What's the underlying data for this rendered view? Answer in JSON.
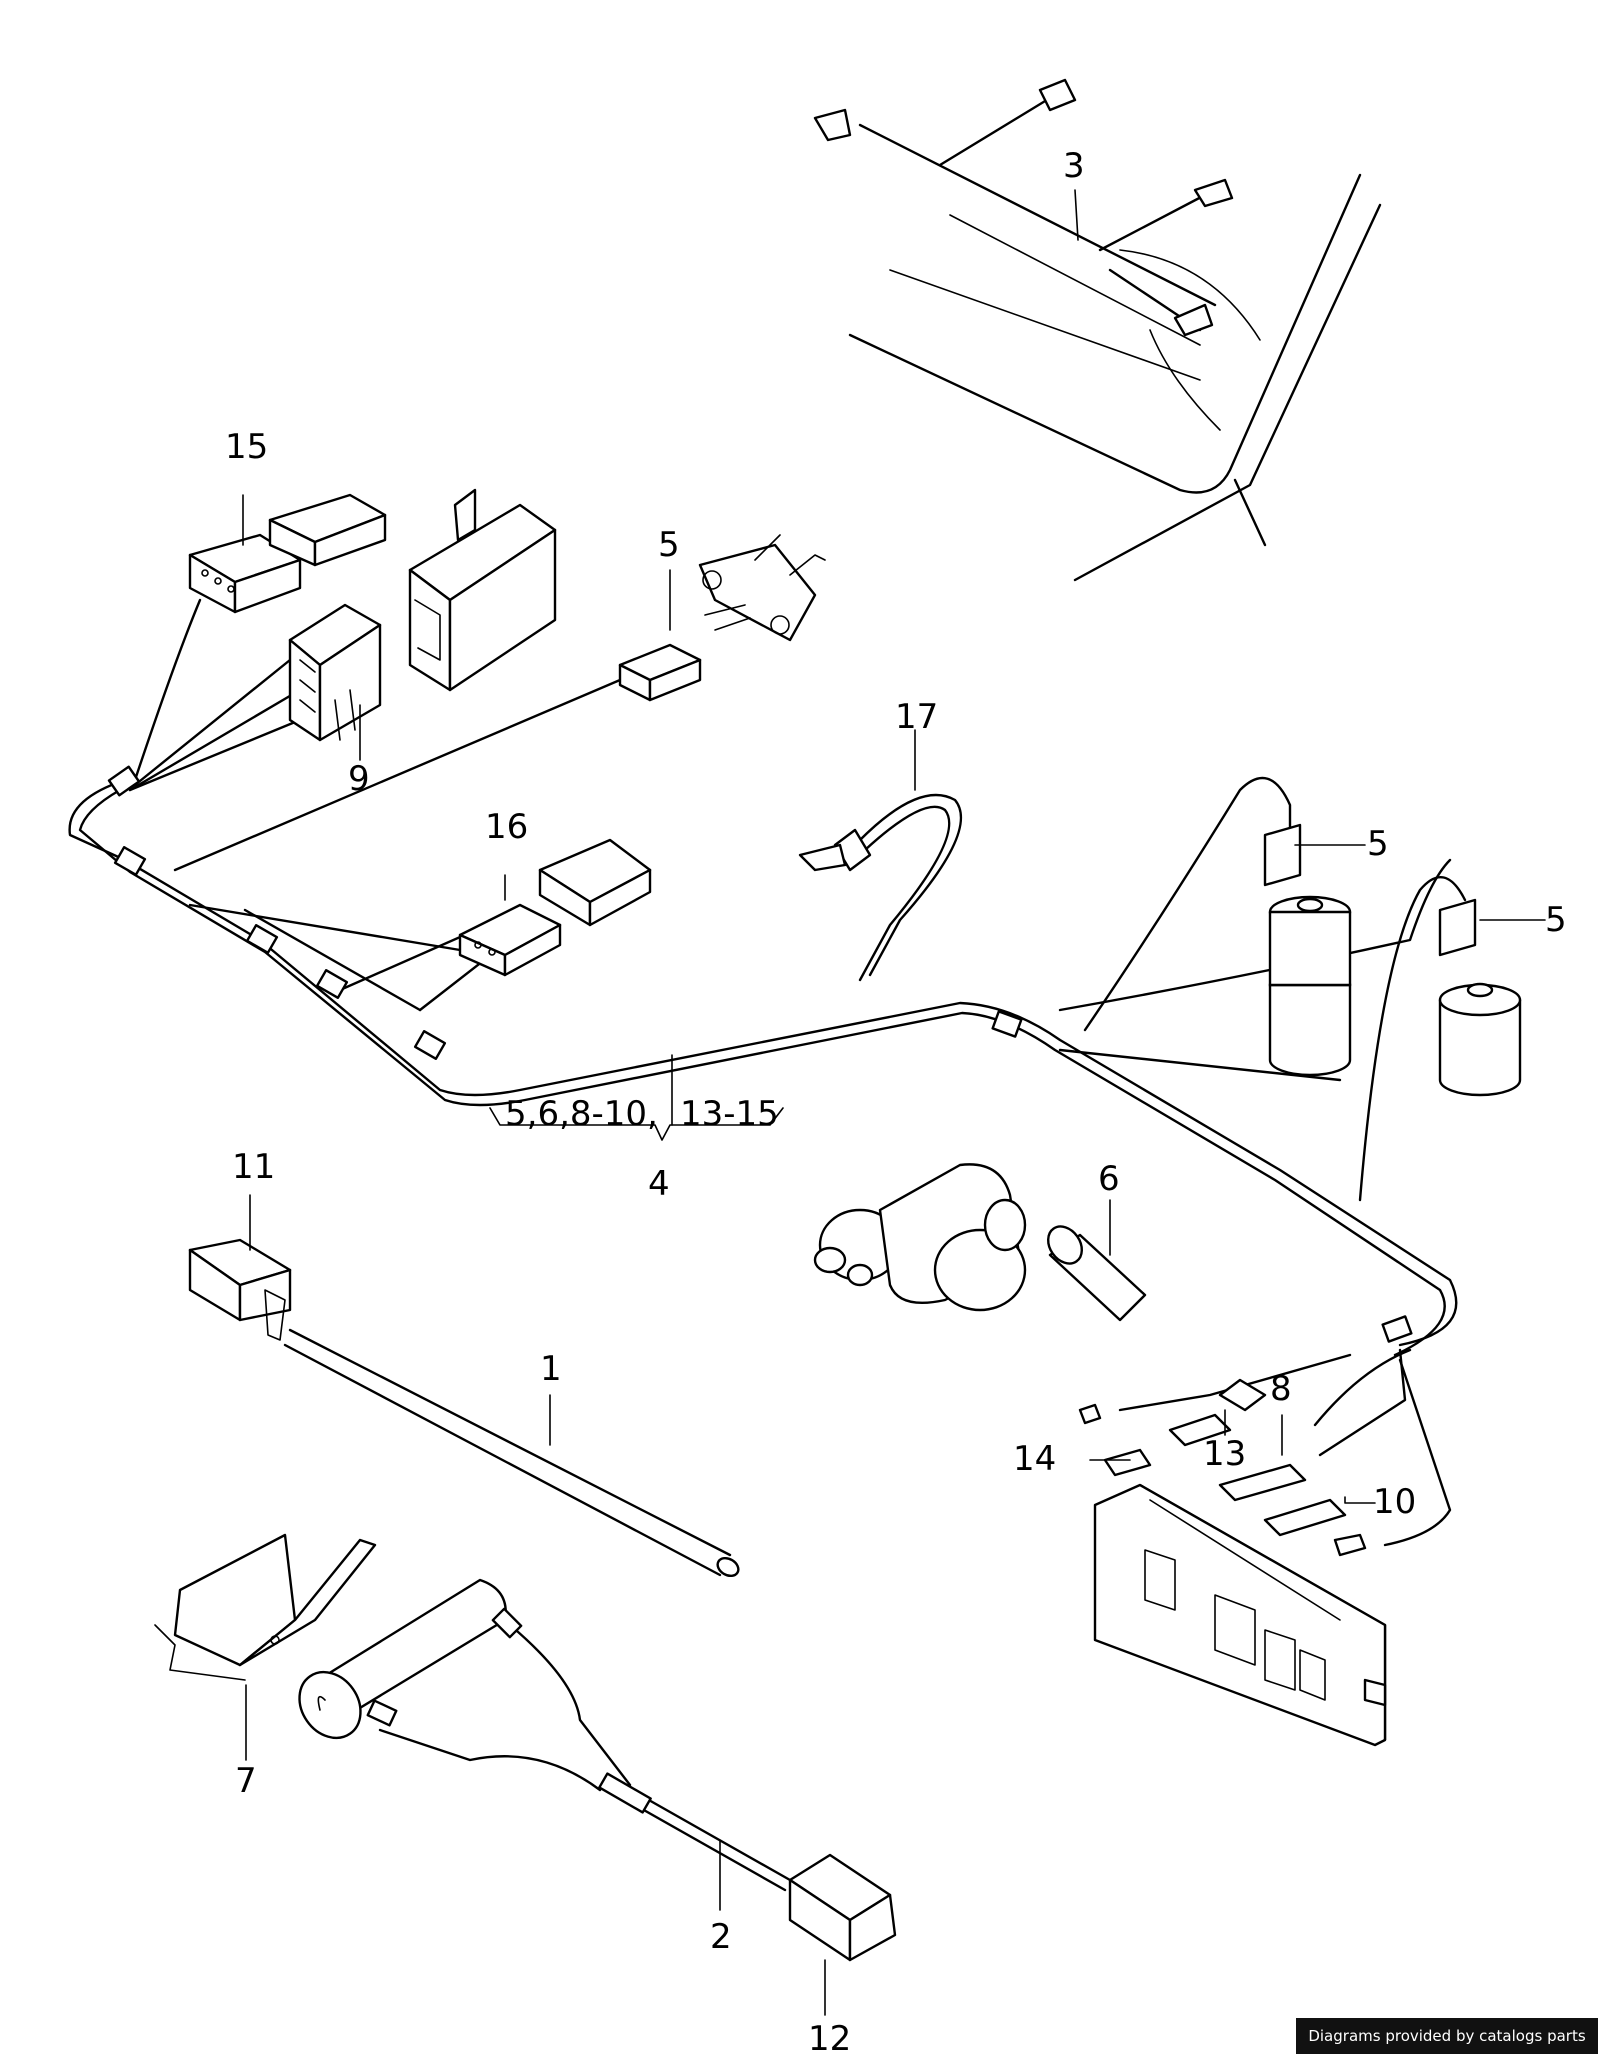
{
  "diagram": {
    "callouts": {
      "c1": "1",
      "c2": "2",
      "c3": "3",
      "c4": "4",
      "c5a": "5",
      "c5b": "5",
      "c5c": "5",
      "c6": "6",
      "c7": "7",
      "c8": "8",
      "c9": "9",
      "c10": "10",
      "c11": "11",
      "c12": "12",
      "c13": "13",
      "c14": "14",
      "c15": "15",
      "c16": "16",
      "c17": "17"
    },
    "group_labels": {
      "left": "5,6,8-10,",
      "right": "13-15"
    }
  },
  "footer": {
    "credit": "Diagrams provided by catalogs parts"
  }
}
